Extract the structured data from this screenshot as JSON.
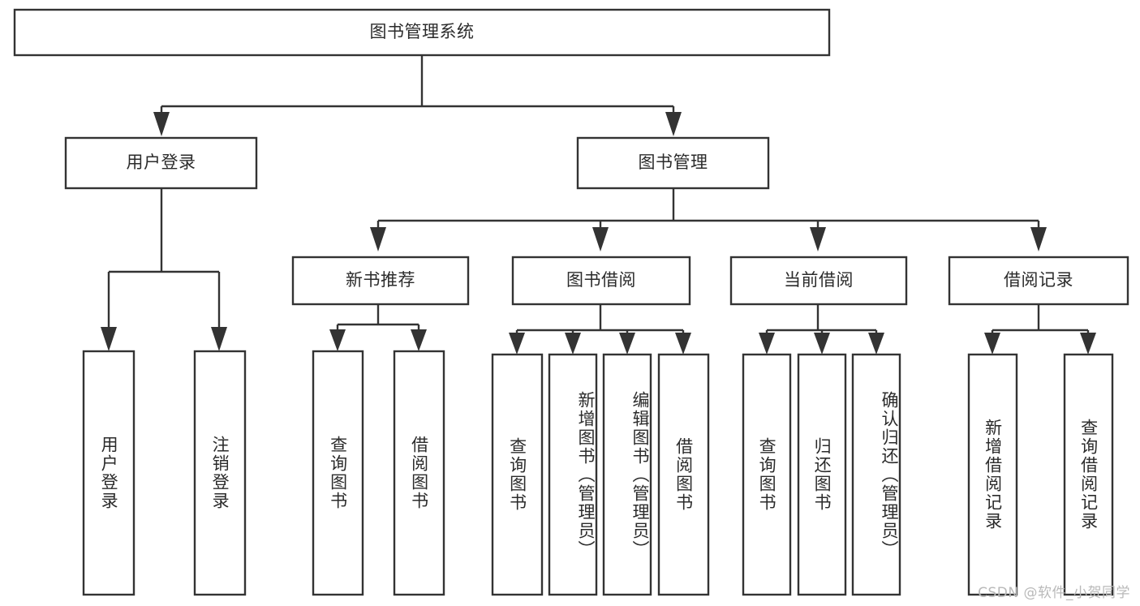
{
  "diagram": {
    "type": "tree",
    "title_node": "图书管理系统",
    "colors": {
      "box_stroke": "#333333",
      "box_fill": "#ffffff",
      "text": "#2b2b2b",
      "watermark": "#b9b9b9",
      "background": "#ffffff"
    },
    "nodes": {
      "root": "图书管理系统",
      "level2": {
        "user_login": "用户登录",
        "book_manage": "图书管理"
      },
      "level3": {
        "new_book_recommend": "新书推荐",
        "book_borrow": "图书借阅",
        "current_borrow": "当前借阅",
        "borrow_record": "借阅记录"
      },
      "leaves": {
        "user_login": [
          "用户登录",
          "注销登录"
        ],
        "new_book_recommend": [
          "查询图书",
          "借阅图书"
        ],
        "book_borrow": [
          "查询图书",
          "新增图书（管理员）",
          "编辑图书（管理员）",
          "借阅图书"
        ],
        "current_borrow": [
          "查询图书",
          "归还图书",
          "确认归还（管理员）"
        ],
        "borrow_record": [
          "新增借阅记录",
          "查询借阅记录"
        ]
      }
    },
    "edges": [
      {
        "from": "图书管理系统",
        "to": "用户登录"
      },
      {
        "from": "图书管理系统",
        "to": "图书管理"
      },
      {
        "from": "图书管理",
        "to": "新书推荐"
      },
      {
        "from": "图书管理",
        "to": "图书借阅"
      },
      {
        "from": "图书管理",
        "to": "当前借阅"
      },
      {
        "from": "图书管理",
        "to": "借阅记录"
      },
      {
        "from": "用户登录",
        "to": "用户登录"
      },
      {
        "from": "用户登录",
        "to": "注销登录"
      },
      {
        "from": "新书推荐",
        "to": "查询图书"
      },
      {
        "from": "新书推荐",
        "to": "借阅图书"
      },
      {
        "from": "图书借阅",
        "to": "查询图书"
      },
      {
        "from": "图书借阅",
        "to": "新增图书（管理员）"
      },
      {
        "from": "图书借阅",
        "to": "编辑图书（管理员）"
      },
      {
        "from": "图书借阅",
        "to": "借阅图书"
      },
      {
        "from": "当前借阅",
        "to": "查询图书"
      },
      {
        "from": "当前借阅",
        "to": "归还图书"
      },
      {
        "from": "当前借阅",
        "to": "确认归还（管理员）"
      },
      {
        "from": "借阅记录",
        "to": "新增借阅记录"
      },
      {
        "from": "借阅记录",
        "to": "查询借阅记录"
      }
    ]
  },
  "watermark": "CSDN @软件_小贺同学"
}
